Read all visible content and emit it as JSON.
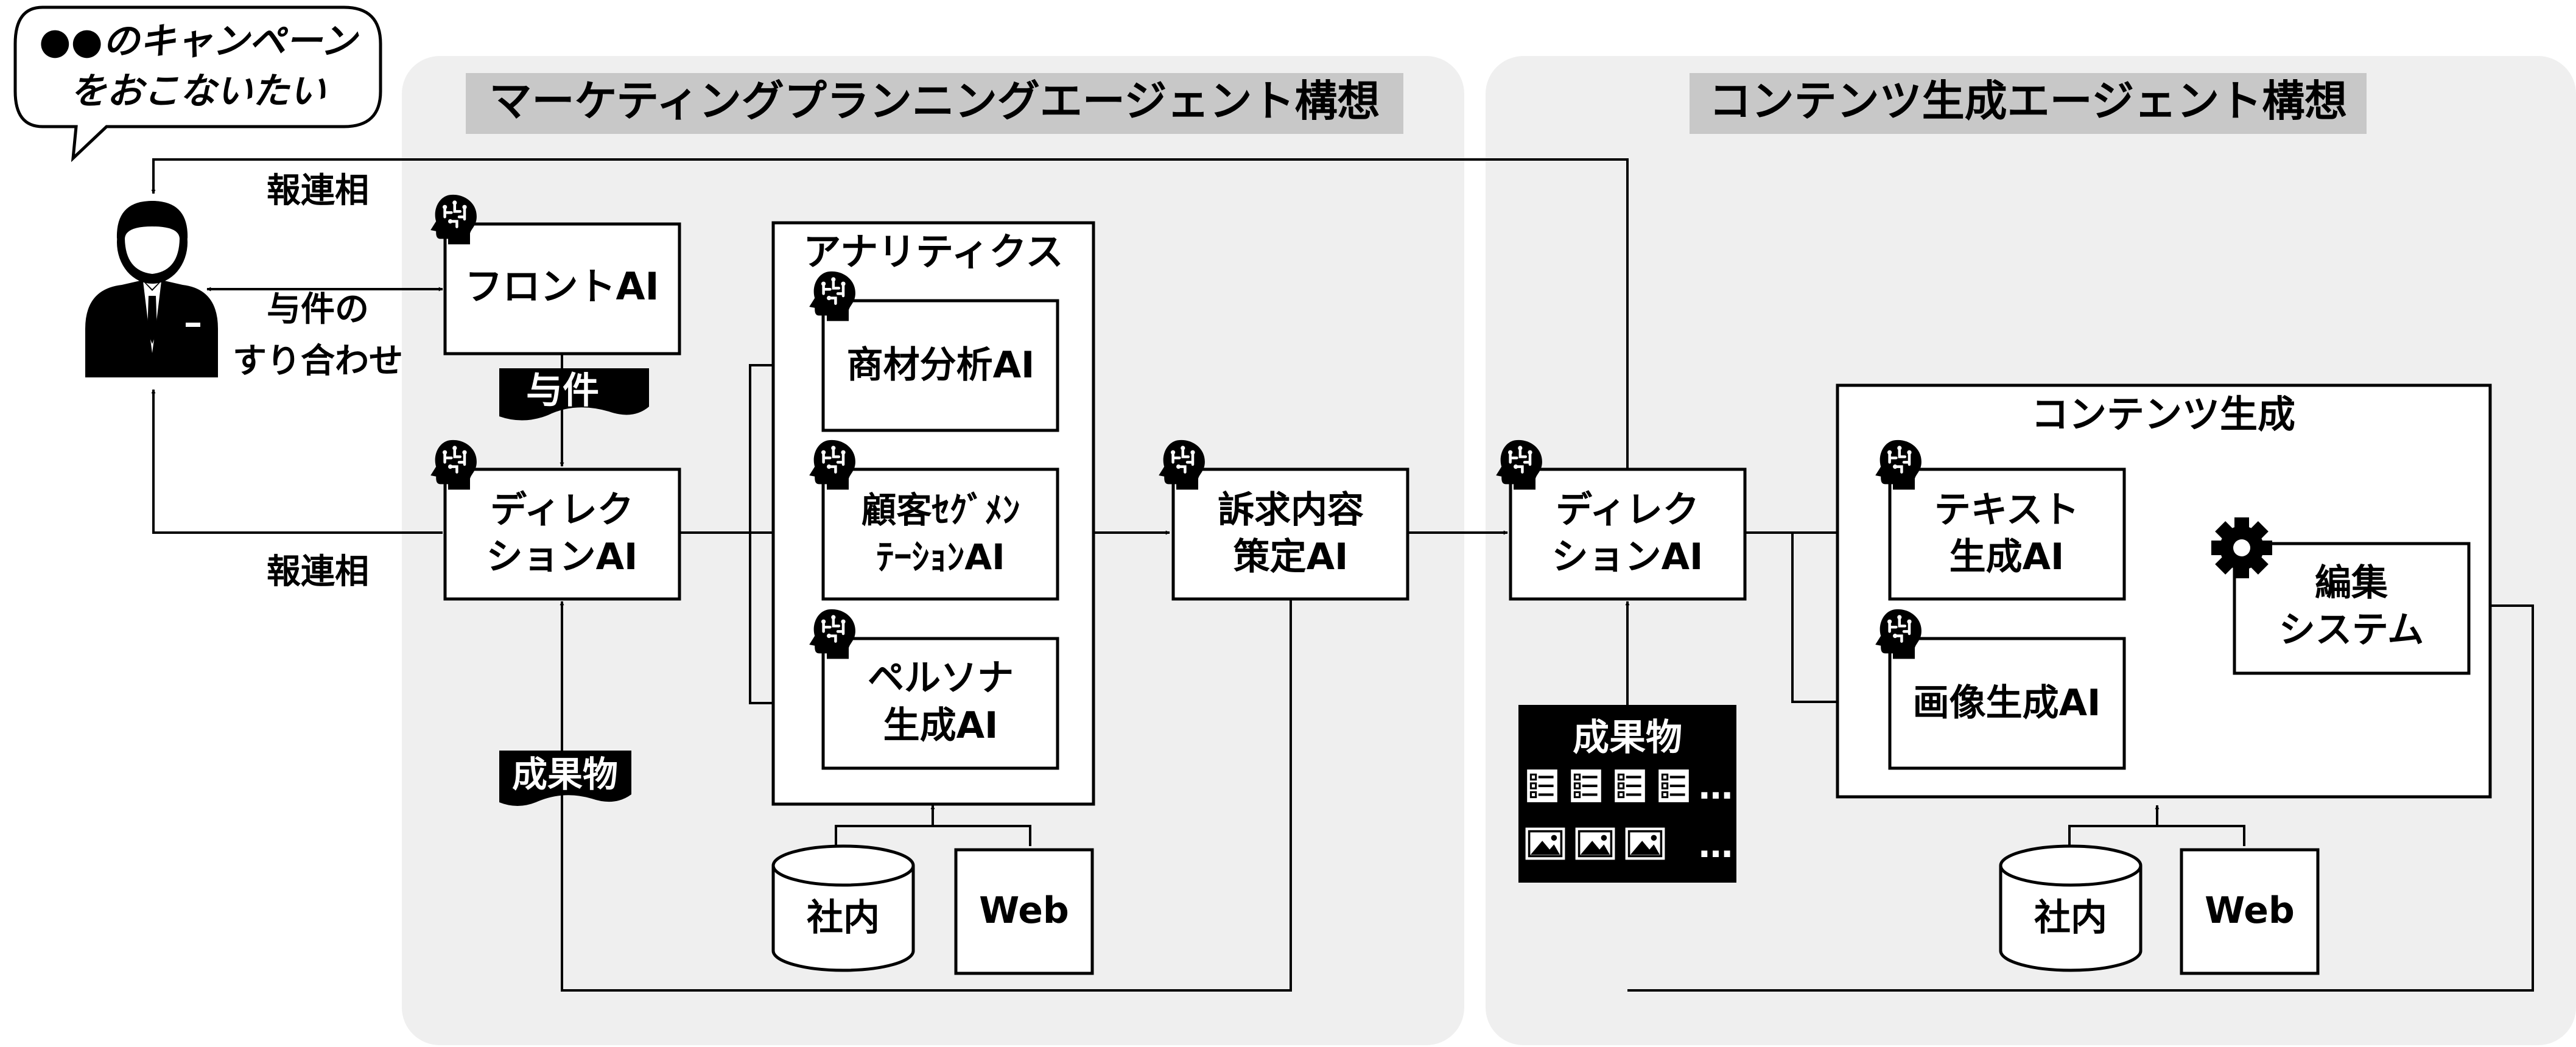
{
  "speech_bubble": {
    "line1": "●●のキャンペーン",
    "line2": "をおこないたい"
  },
  "marketing_panel": {
    "title": "マーケティングプランニングエージェント構想"
  },
  "content_panel": {
    "title": "コンテンツ生成エージェント構想"
  },
  "labels": {
    "report_top": "報連相",
    "report_left": "報連相",
    "alignment_line1": "与件の",
    "alignment_line2": "すり合わせ",
    "requirement_tag": "与件",
    "deliverable_tag": "成果物"
  },
  "nodes": {
    "front_ai": "フロントAI",
    "direction_ai_1": {
      "line1": "ディレク",
      "line2": "ションAI"
    },
    "analytics_title": "アナリティクス",
    "product_analysis_ai": "商材分析AI",
    "customer_segmentation_ai": {
      "line1": "顧客ｾｸﾞﾒﾝ",
      "line2": "ﾃｰｼｮﾝAI"
    },
    "persona_ai": {
      "line1": "ペルソナ",
      "line2": "生成AI"
    },
    "appeal_ai": {
      "line1": "訴求内容",
      "line2": "策定AI"
    },
    "direction_ai_2": {
      "line1": "ディレク",
      "line2": "ションAI"
    },
    "content_gen_title": "コンテンツ生成",
    "text_gen_ai": {
      "line1": "テキスト",
      "line2": "生成AI"
    },
    "image_gen_ai": "画像生成AI",
    "editing_system": {
      "line1": "編集",
      "line2": "システム"
    }
  },
  "data_sources_left": {
    "internal": "社内",
    "web": "Web"
  },
  "data_sources_right": {
    "internal": "社内",
    "web": "Web"
  },
  "deliverables_box": {
    "title": "成果物",
    "ellipsis_1": "…",
    "ellipsis_2": "…"
  },
  "colors": {
    "panel_bg": "#efefef",
    "title_highlight": "#c8c8c8",
    "stroke": "#000000",
    "tag_bg": "#000000"
  }
}
